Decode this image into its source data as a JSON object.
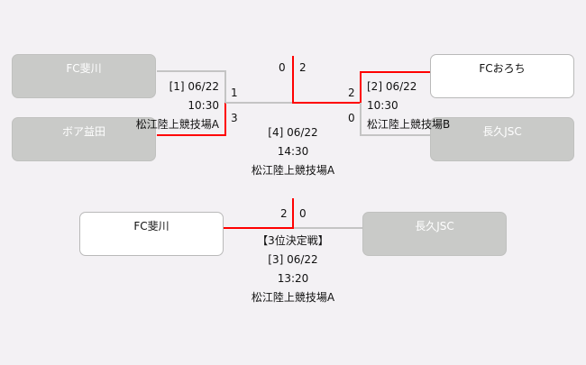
{
  "match1": {
    "label": "[1] 06/22",
    "time": "10:30",
    "venue": "松江陸上競技場A",
    "team_top": "FC斐川",
    "team_bottom": "ボア益田",
    "score_top": "1",
    "score_bottom": "3"
  },
  "match2": {
    "label": "[2] 06/22",
    "time": "10:30",
    "venue": "松江陸上競技場B",
    "team_top": "FCおろち",
    "team_bottom": "長久JSC",
    "score_top": "2",
    "score_bottom": "0"
  },
  "final": {
    "label": "[4] 06/22",
    "time": "14:30",
    "venue": "松江陸上競技場A",
    "score_left": "0",
    "score_right": "2"
  },
  "third": {
    "title": "【3位決定戦】",
    "label": "[3] 06/22",
    "time": "13:20",
    "venue": "松江陸上競技場A",
    "team_left": "FC斐川",
    "team_right": "長久JSC",
    "score_left": "2",
    "score_right": "0"
  },
  "colors": {
    "win_line": "#ff0000",
    "lose_line": "#c4c4c4",
    "loser_box": "#c9cac8"
  }
}
